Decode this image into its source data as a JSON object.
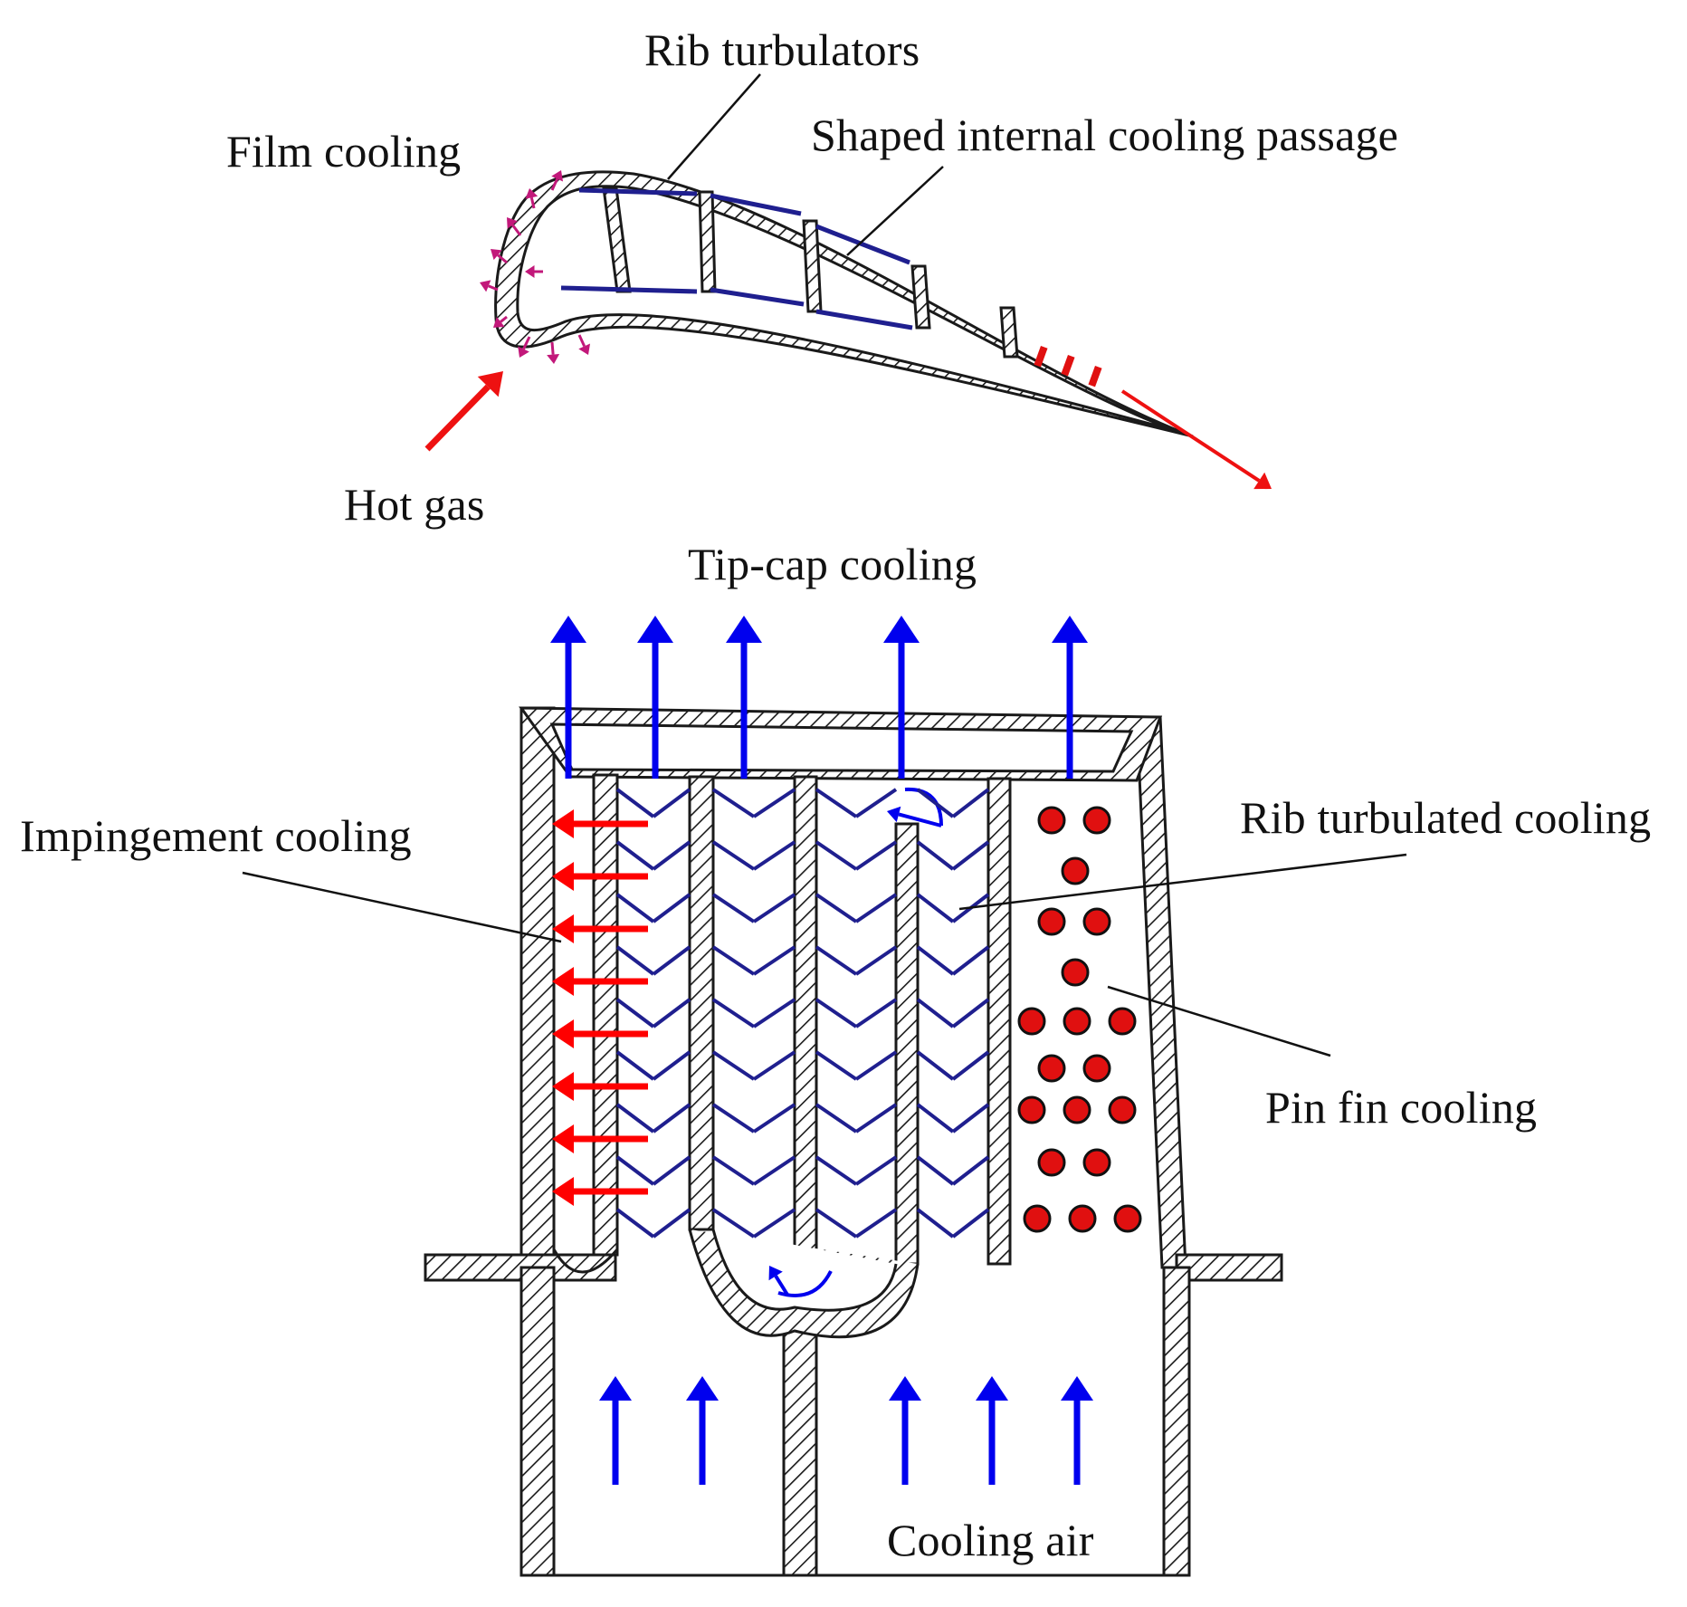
{
  "labels": {
    "rib_turbulators": "Rib turbulators",
    "shaped_passage": "Shaped internal cooling passage",
    "film_cooling": "Film cooling",
    "hot_gas": "Hot gas",
    "tip_cap": "Tip-cap cooling",
    "impingement": "Impingement cooling",
    "rib_turbulated": "Rib turbulated cooling",
    "pin_fin": "Pin fin cooling",
    "cooling_air": "Cooling air"
  },
  "colors": {
    "wall": "#1a1a1a",
    "rib": "#1f1f8f",
    "coolant_arrow": "#0000ee",
    "impingement_arrow": "#ff0000",
    "hot_gas_arrow": "#ee1111",
    "film_arrow": "#c2187a",
    "pin_fin": "#e01010"
  }
}
